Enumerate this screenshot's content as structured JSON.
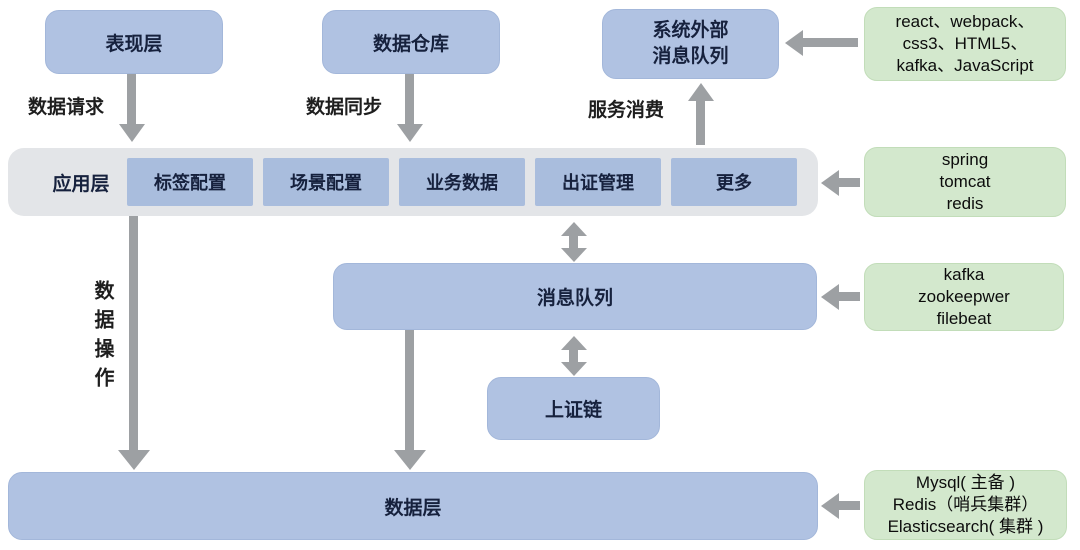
{
  "nodes": {
    "presentation": "表现层",
    "warehouse": "数据仓库",
    "external_mq": {
      "line1": "系统外部",
      "line2": "消息队列"
    },
    "app_layer": {
      "label": "应用层",
      "modules": [
        "标签配置",
        "场景配置",
        "业务数据",
        "出证管理",
        "更多"
      ]
    },
    "message_queue": "消息队列",
    "cert_chain": "上证链",
    "data_layer": "数据层"
  },
  "tech_stacks": {
    "frontend": {
      "lines": [
        "react、webpack、",
        "css3、HTML5、",
        "kafka、JavaScript"
      ]
    },
    "app": {
      "lines": [
        "spring",
        "tomcat",
        "redis"
      ]
    },
    "mq": {
      "lines": [
        "kafka",
        "zookeepwer",
        "filebeat"
      ]
    },
    "db": {
      "lines": [
        "Mysql( 主备 )",
        "Redis（哨兵集群）",
        "Elasticsearch( 集群 )"
      ]
    }
  },
  "edge_labels": {
    "data_request": "数据请求",
    "data_sync": "数据同步",
    "service_consume": "服务消费",
    "data_operation": "数据操作"
  },
  "colors": {
    "node_blue": "#b0c2e2",
    "module_blue": "#a9bddd",
    "container_gray": "#e3e5e8",
    "tech_green": "#d3e8cd",
    "arrow_gray": "#9da0a3",
    "text_dark": "#16213d"
  }
}
